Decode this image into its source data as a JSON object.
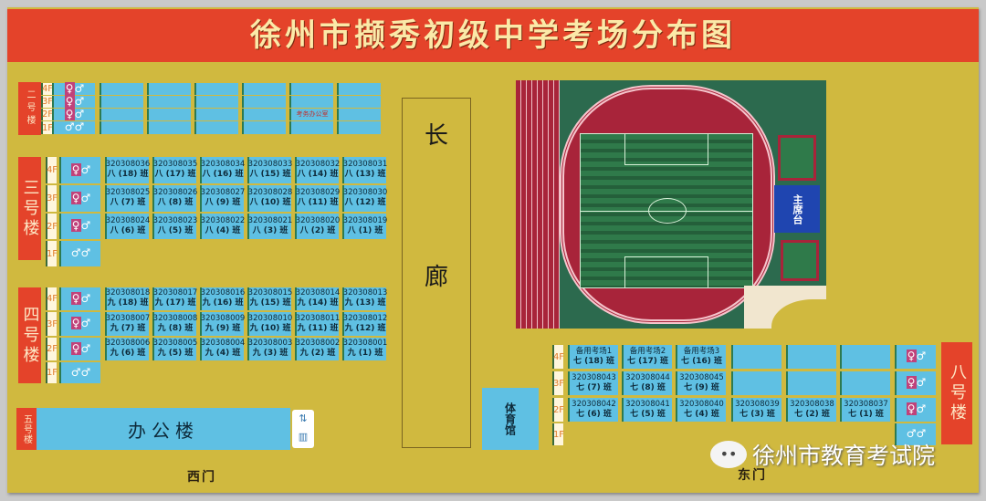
{
  "title": "徐州市撷秀初级中学考场分布图",
  "colors": {
    "map": "#d0b93f",
    "title_bg": "#e4432a",
    "room": "#5fc0e3",
    "track": "#a8243a",
    "field": "#2f7a4a",
    "stage": "#1f45b0"
  },
  "floors": [
    "4F",
    "3F",
    "2F",
    "1F"
  ],
  "restroom_icon": "restroom-icon",
  "building2": {
    "label": "二号楼",
    "office_label": "考务办公室"
  },
  "building3": {
    "label": "三号楼",
    "rooms": [
      [
        [
          "320308036",
          "八 (18) 班"
        ],
        [
          "320308035",
          "八 (17) 班"
        ],
        [
          "320308034",
          "八 (16) 班"
        ],
        [
          "320308033",
          "八 (15) 班"
        ],
        [
          "320308032",
          "八 (14) 班"
        ],
        [
          "320308031",
          "八 (13) 班"
        ]
      ],
      [
        [
          "320308025",
          "八 (7) 班"
        ],
        [
          "320308026",
          "八 (8) 班"
        ],
        [
          "320308027",
          "八 (9) 班"
        ],
        [
          "320308028",
          "八 (10) 班"
        ],
        [
          "320308029",
          "八 (11) 班"
        ],
        [
          "320308030",
          "八 (12) 班"
        ]
      ],
      [
        [
          "320308024",
          "八 (6) 班"
        ],
        [
          "320308023",
          "八 (5) 班"
        ],
        [
          "320308022",
          "八 (4) 班"
        ],
        [
          "320308021",
          "八 (3) 班"
        ],
        [
          "320308020",
          "八 (2) 班"
        ],
        [
          "320308019",
          "八 (1) 班"
        ]
      ]
    ]
  },
  "building4": {
    "label": "四号楼",
    "rooms": [
      [
        [
          "320308018",
          "九 (18) 班"
        ],
        [
          "320308017",
          "九 (17) 班"
        ],
        [
          "320308016",
          "九 (16) 班"
        ],
        [
          "320308015",
          "九 (15) 班"
        ],
        [
          "320308014",
          "九 (14) 班"
        ],
        [
          "320308013",
          "九 (13) 班"
        ]
      ],
      [
        [
          "320308007",
          "九 (7) 班"
        ],
        [
          "320308008",
          "九 (8) 班"
        ],
        [
          "320308009",
          "九 (9) 班"
        ],
        [
          "320308010",
          "九 (10) 班"
        ],
        [
          "320308011",
          "九 (11) 班"
        ],
        [
          "320308012",
          "九 (12) 班"
        ]
      ],
      [
        [
          "320308006",
          "九 (6) 班"
        ],
        [
          "320308005",
          "九 (5) 班"
        ],
        [
          "320308004",
          "九 (4) 班"
        ],
        [
          "320308003",
          "九 (3) 班"
        ],
        [
          "320308002",
          "九 (2) 班"
        ],
        [
          "320308001",
          "九 (1) 班"
        ]
      ]
    ]
  },
  "building8": {
    "label": "八号楼",
    "rooms": [
      [
        [
          "备用考场1",
          "七 (18) 班"
        ],
        [
          "备用考场2",
          "七 (17) 班"
        ],
        [
          "备用考场3",
          "七 (16) 班"
        ],
        null,
        null,
        null
      ],
      [
        [
          "320308043",
          "七 (7) 班"
        ],
        [
          "320308044",
          "七 (8) 班"
        ],
        [
          "320308045",
          "七 (9) 班"
        ],
        null,
        null,
        null
      ],
      [
        [
          "320308042",
          "七 (6) 班"
        ],
        [
          "320308041",
          "七 (5) 班"
        ],
        [
          "320308040",
          "七 (4) 班"
        ],
        [
          "320308039",
          "七 (3) 班"
        ],
        [
          "320308038",
          "七 (2) 班"
        ],
        [
          "320308037",
          "七 (1) 班"
        ]
      ]
    ]
  },
  "building5": {
    "label": "五号楼",
    "name": "办公楼"
  },
  "corridor": {
    "char1": "长",
    "char2": "廊"
  },
  "gym": "体育馆",
  "stage": "主席台",
  "west_gate": "西门",
  "east_gate": "东门",
  "watermark": "徐州市教育考试院"
}
